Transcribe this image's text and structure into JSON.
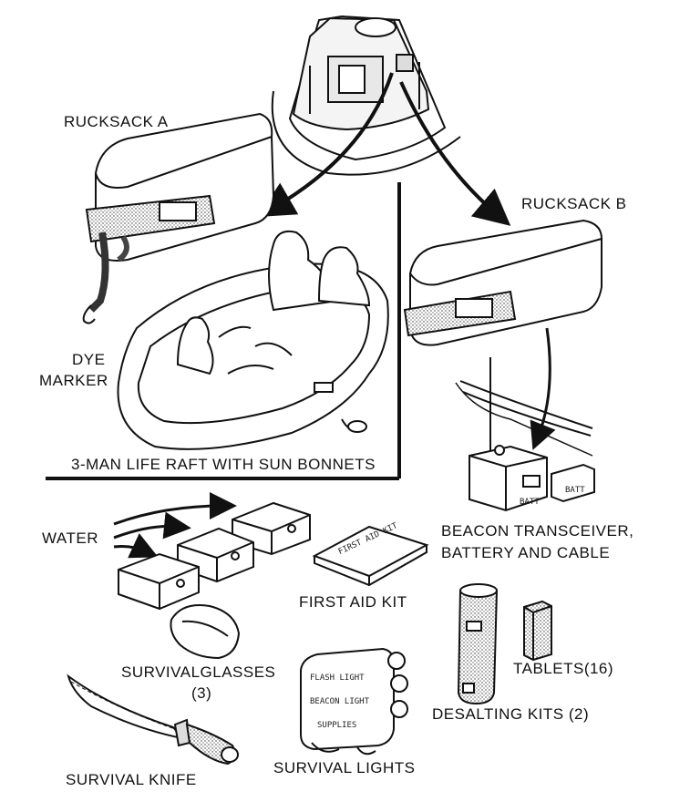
{
  "labels": {
    "rucksack_a": "RUCKSACK A",
    "rucksack_b": "RUCKSACK B",
    "dye_marker_line1": "DYE",
    "dye_marker_line2": "MARKER",
    "life_raft": "3-MAN LIFE RAFT WITH SUN BONNETS",
    "water": "WATER",
    "beacon_line1": "BEACON TRANSCEIVER,",
    "beacon_line2": "BATTERY AND CABLE",
    "first_aid_kit": "FIRST AID KIT",
    "survival_glasses_line1": "SURVIVALGLASSES",
    "survival_glasses_line2": "(3)",
    "tablets": "TABLETS(16)",
    "desalting_kits": "DESALTING KITS (2)",
    "survival_knife": "SURVIVAL KNIFE",
    "survival_lights": "SURVIVAL LIGHTS"
  },
  "item_markings": {
    "battery_1": "BATT",
    "battery_2": "BATT",
    "first_aid_box": "FIRST AID KIT",
    "light_1": "FLASH LIGHT",
    "light_2": "BEACON LIGHT",
    "light_3": "SUPPLIES"
  },
  "colors": {
    "ink": "#111111",
    "paper": "#ffffff",
    "stipple": "#555555"
  }
}
